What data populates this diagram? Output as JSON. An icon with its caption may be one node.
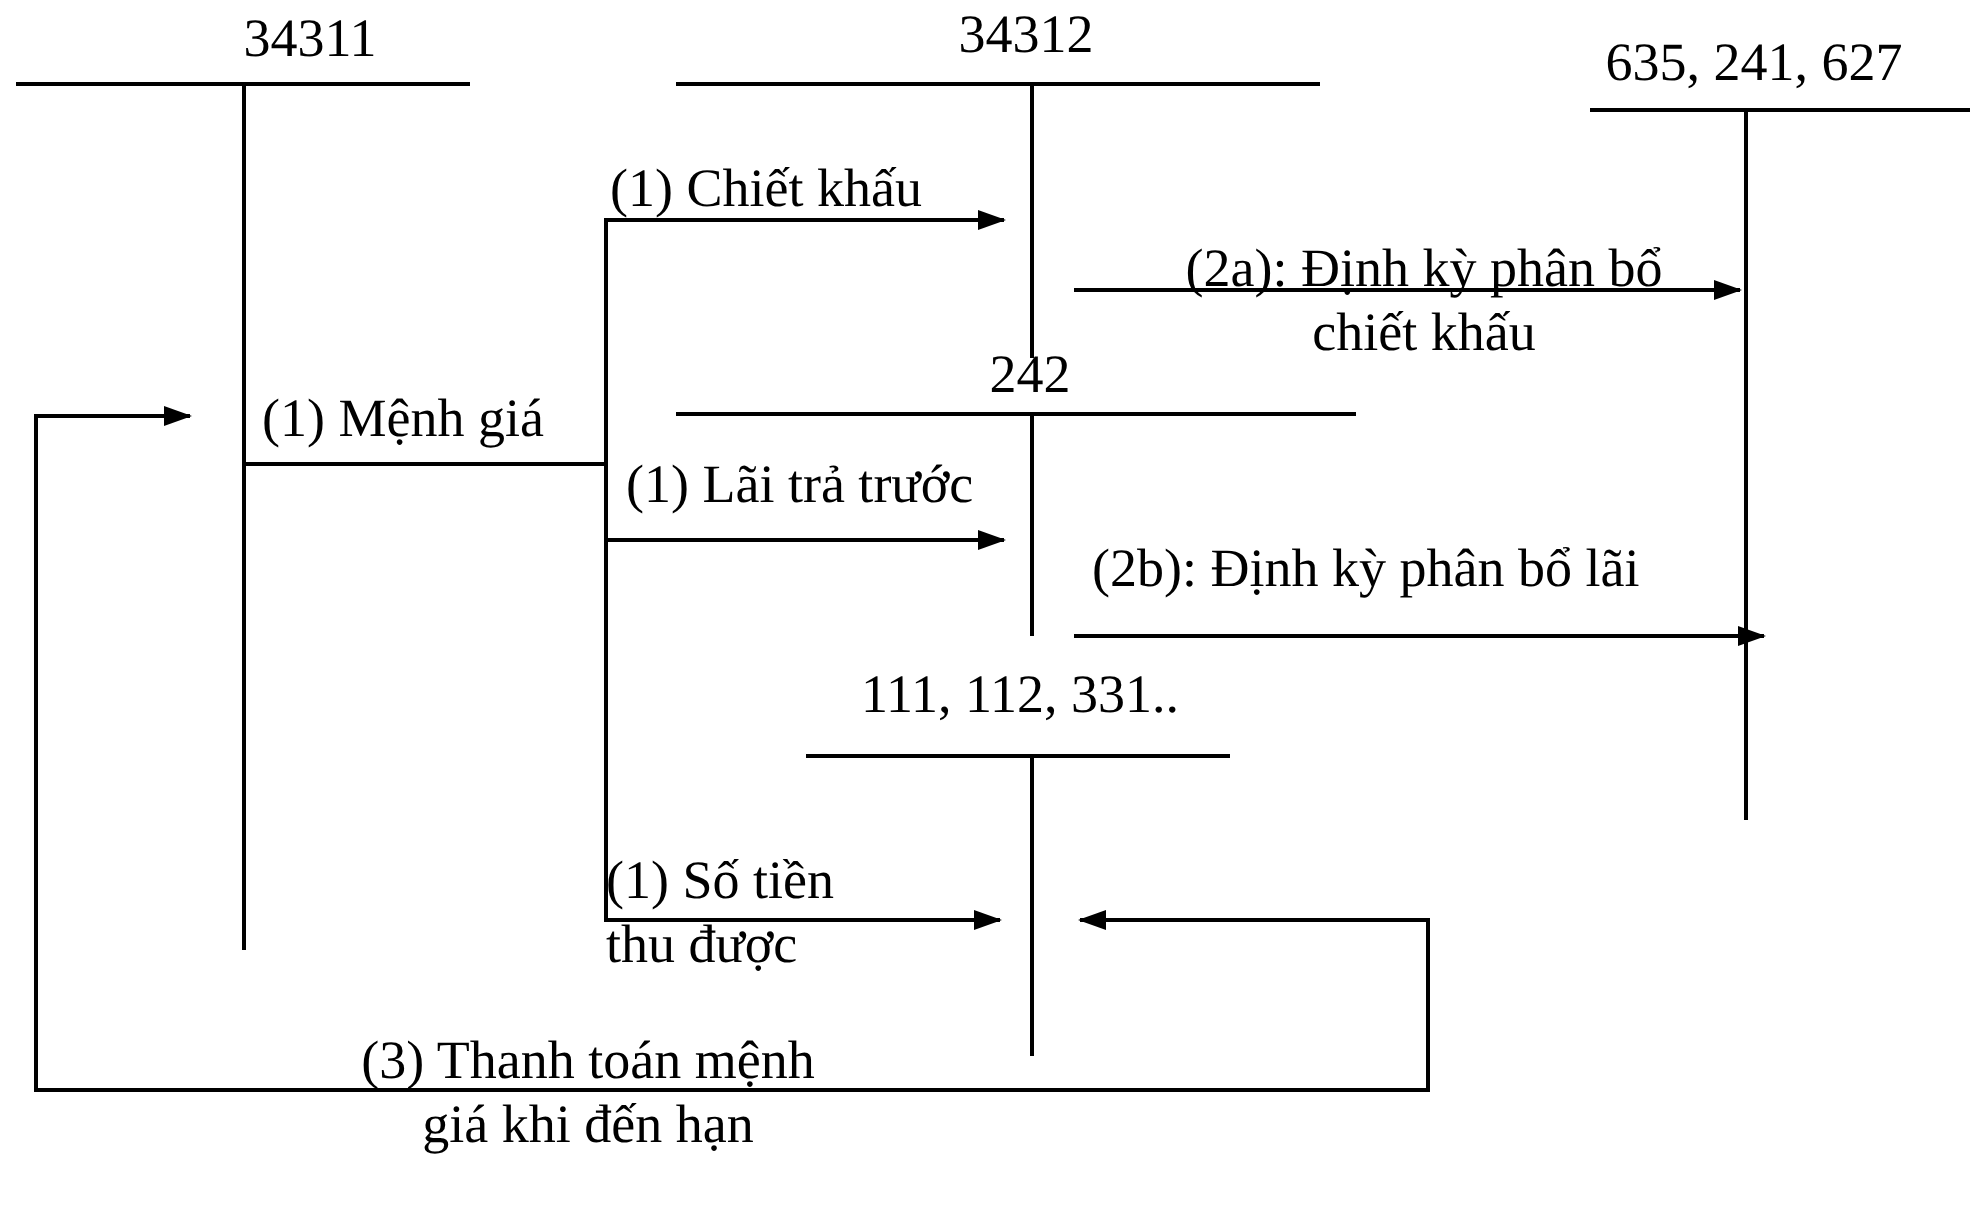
{
  "diagram": {
    "nodes": [
      {
        "text": [
          "34311"
        ]
      },
      {
        "text": [
          "34312"
        ]
      },
      {
        "text": [
          "635, 241, 627"
        ]
      },
      {
        "text": [
          "242"
        ]
      },
      {
        "text": [
          "111, 112, 331.."
        ]
      }
    ],
    "edges": [
      {
        "from": 0,
        "to": 1,
        "arrow": "to",
        "label": "(1) Chiết khấu"
      },
      {
        "from": 0,
        "to": 3,
        "arrow": "to",
        "label": "(1) Lãi trả trước"
      },
      {
        "from": 0,
        "to": 4,
        "arrow": "to",
        "label": "(1) Số tiền thu được"
      },
      {
        "from": 1,
        "to": 2,
        "arrow": "to",
        "label": "(2a): Định kỳ phân bổ chiết khấu"
      },
      {
        "from": 3,
        "to": 2,
        "arrow": "to",
        "label": "(2b): Định kỳ phân bổ lãi"
      },
      {
        "from": 4,
        "to": 0,
        "arrow": "both",
        "label": "(3) Thanh toán mệnh giá khi đến hạn"
      }
    ],
    "labels": [
      "(1) Mệnh giá"
    ]
  }
}
